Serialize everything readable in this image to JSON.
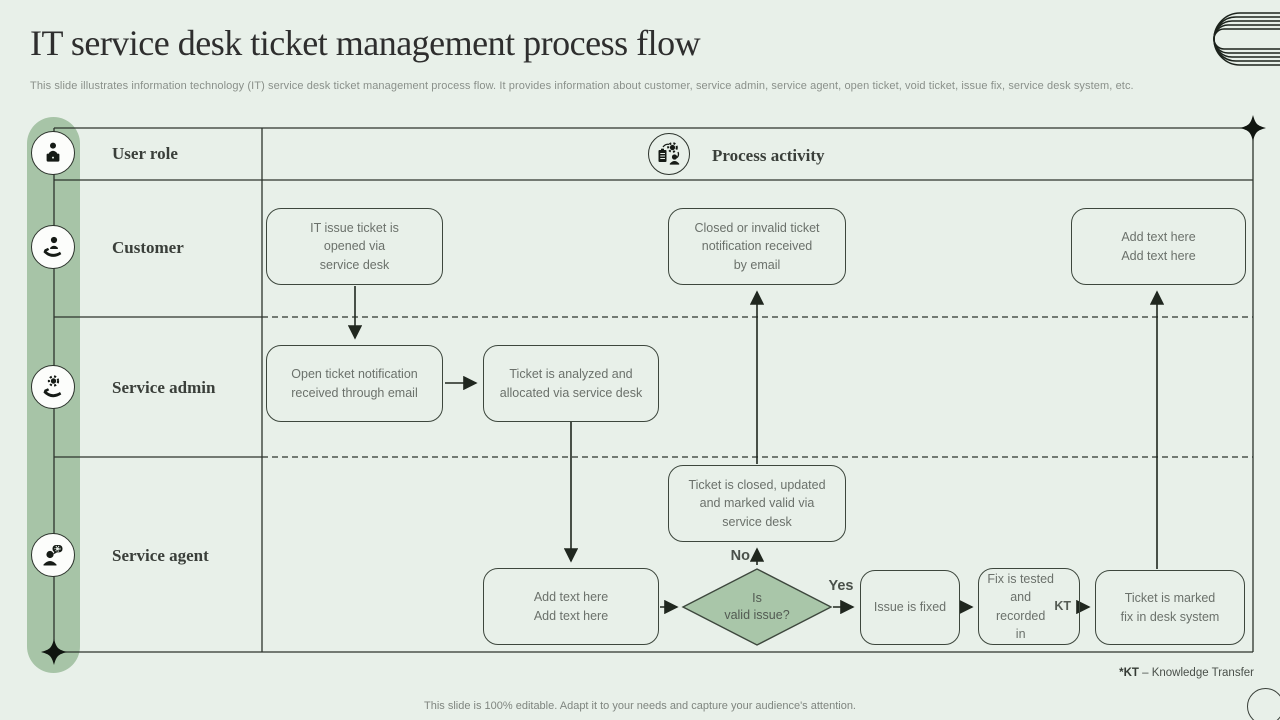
{
  "slide": {
    "title": "IT service desk ticket management process flow",
    "subtitle": "This slide illustrates information technology (IT) service desk ticket management process flow. It provides information about customer, service admin, service agent, open ticket, void ticket, issue fix, service desk system, etc.",
    "footer_note": "This slide is 100% editable. Adapt it to your needs and capture your audience's attention.",
    "footnote": {
      "abbr": "*KT",
      "definition": " – Knowledge Transfer"
    }
  },
  "header": {
    "user_role": "User role",
    "process_activity": "Process activity"
  },
  "lanes": [
    {
      "label": "Customer"
    },
    {
      "label": "Service admin"
    },
    {
      "label": "Service agent"
    }
  ],
  "nodes": {
    "ticket_opened": "IT issue ticket is\nopened via\nservice desk",
    "closed_invalid": "Closed or invalid ticket\nnotification received\nby email",
    "customer_placeholder": "Add text here\nAdd text here",
    "open_notification": "Open ticket notification\nreceived through email",
    "ticket_analyzed": "Ticket is analyzed and\nallocated via service desk",
    "ticket_closed": "Ticket is closed, updated\nand marked valid via\nservice desk",
    "agent_placeholder": "Add text here\nAdd text here",
    "issue_fixed": "Issue is fixed",
    "fix_tested_pre": "Fix is tested\nand recorded\nin ",
    "fix_tested_bold": "KT",
    "ticket_marked": "Ticket is marked\nfix in desk system"
  },
  "decision": {
    "question": "Is\nvalid issue?",
    "yes_label": "Yes",
    "no_label": "No"
  },
  "colors": {
    "background": "#e8f0e9",
    "accent_green": "#a7c4a7",
    "diamond_fill": "#a9c6a9",
    "table_line": "#2d342d",
    "box_border": "#3d473d",
    "muted_text": "#6b716b"
  }
}
